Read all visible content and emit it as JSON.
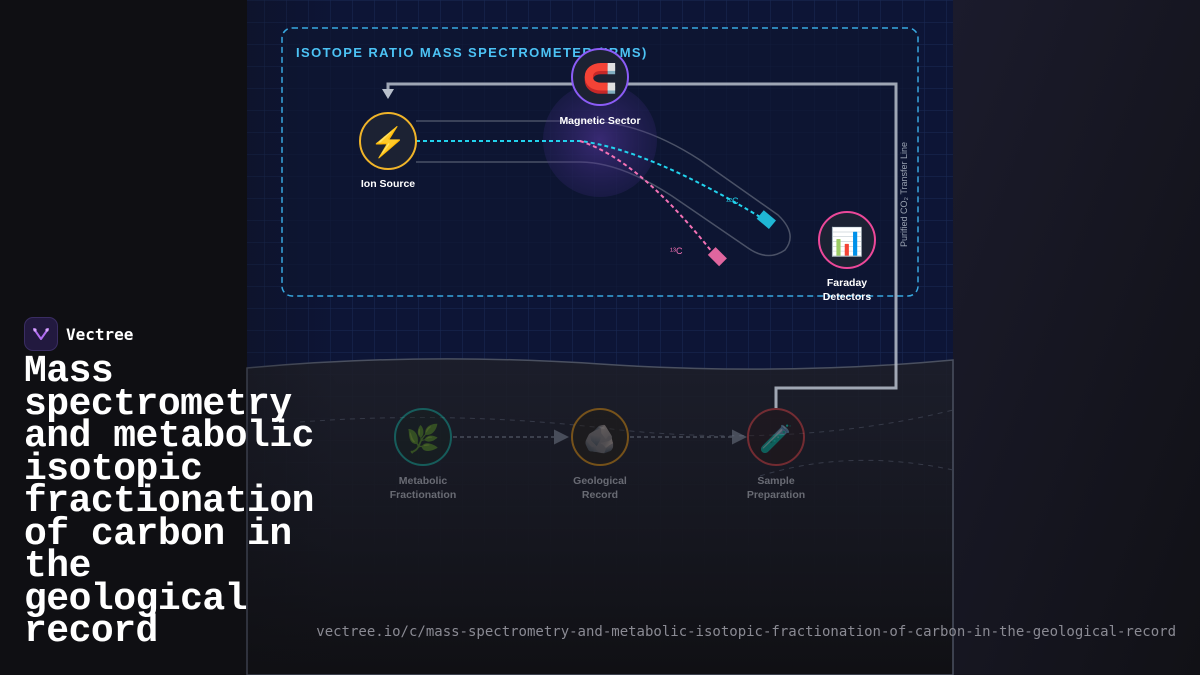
{
  "diagram": {
    "frame_title": "ISOTOPE RATIO MASS SPECTROMETER (IRMS)",
    "transfer_line_label": "Purified CO₂ Transfer Line",
    "isotope_12c_label": "¹²C",
    "isotope_13c_label": "¹³C",
    "nodes": {
      "ion_source": {
        "icon": "lightning-icon",
        "glyph": "⚡",
        "label": "Ion Source",
        "color": "#f0b429"
      },
      "magnetic_sector": {
        "icon": "magnet-icon",
        "glyph": "🧲",
        "label": "Magnetic Sector",
        "color": "#8b5cf6"
      },
      "faraday": {
        "icon": "bar-chart-icon",
        "glyph": "📊",
        "label_line1": "Faraday",
        "label_line2": "Detectors",
        "color": "#ec4899"
      },
      "metabolic": {
        "icon": "leaf-icon",
        "glyph": "🌿",
        "label_line1": "Metabolic",
        "label_line2": "Fractionation",
        "color": "#14b8a6"
      },
      "geological": {
        "icon": "rock-icon",
        "glyph": "🪨",
        "label_line1": "Geological",
        "label_line2": "Record",
        "color": "#f59e0b"
      },
      "sample_prep": {
        "icon": "test-tube-icon",
        "glyph": "🧪",
        "label_line1": "Sample",
        "label_line2": "Preparation",
        "color": "#ef4444"
      }
    },
    "colors": {
      "beam_12c": "#22d3ee",
      "beam_13c": "#f472b6",
      "frame": "#38a8e0",
      "pipe": "#b8c0cc"
    }
  },
  "brand": {
    "name": "Vectree",
    "logo_icon": "vectree-logo-icon"
  },
  "title": "Mass spectrometry and metabolic isotopic fractionation of carbon in the geological record",
  "url": "vectree.io/c/mass-spectrometry-and-metabolic-isotopic-fractionation-of-carbon-in-the-geological-record"
}
